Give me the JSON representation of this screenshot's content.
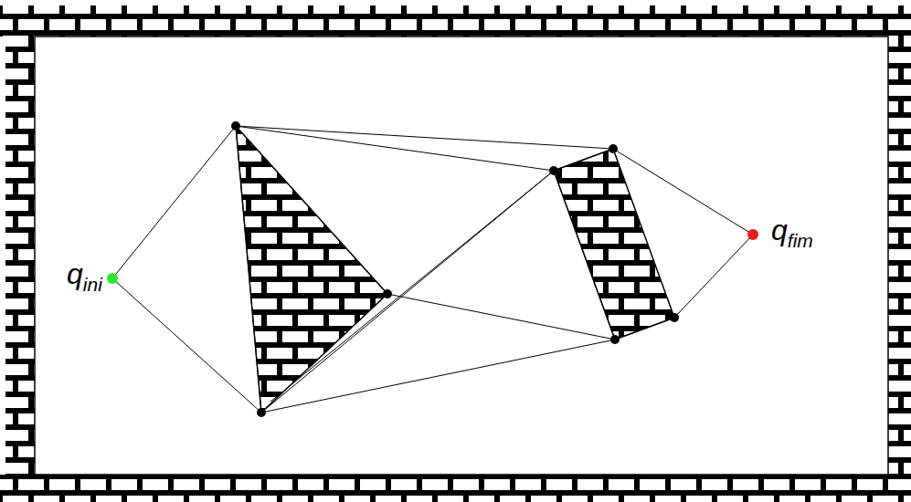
{
  "diagram": {
    "nodes": [
      {
        "text": [
          "q",
          "ini"
        ]
      },
      {
        "text": [
          "q",
          "fim"
        ]
      }
    ]
  }
}
